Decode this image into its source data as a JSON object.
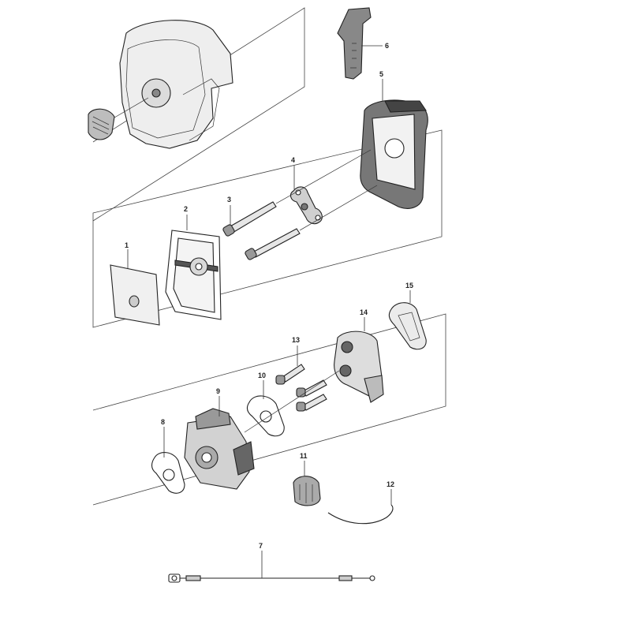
{
  "diagram": {
    "callouts": [
      {
        "id": "c1",
        "label": "1"
      },
      {
        "id": "c2",
        "label": "2"
      },
      {
        "id": "c3",
        "label": "3"
      },
      {
        "id": "c4",
        "label": "4"
      },
      {
        "id": "c5",
        "label": "5"
      },
      {
        "id": "c6",
        "label": "6"
      },
      {
        "id": "c7",
        "label": "7"
      },
      {
        "id": "c8",
        "label": "8"
      },
      {
        "id": "c9",
        "label": "9"
      },
      {
        "id": "c10",
        "label": "10"
      },
      {
        "id": "c11",
        "label": "11"
      },
      {
        "id": "c12",
        "label": "12"
      },
      {
        "id": "c13",
        "label": "13"
      },
      {
        "id": "c14",
        "label": "14"
      },
      {
        "id": "c15",
        "label": "15"
      }
    ],
    "colors": {
      "line": "#222222",
      "fill_light": "#e9e9e9",
      "fill_mid": "#bdbdbd",
      "fill_dark": "#555555",
      "background": "#ffffff"
    }
  }
}
